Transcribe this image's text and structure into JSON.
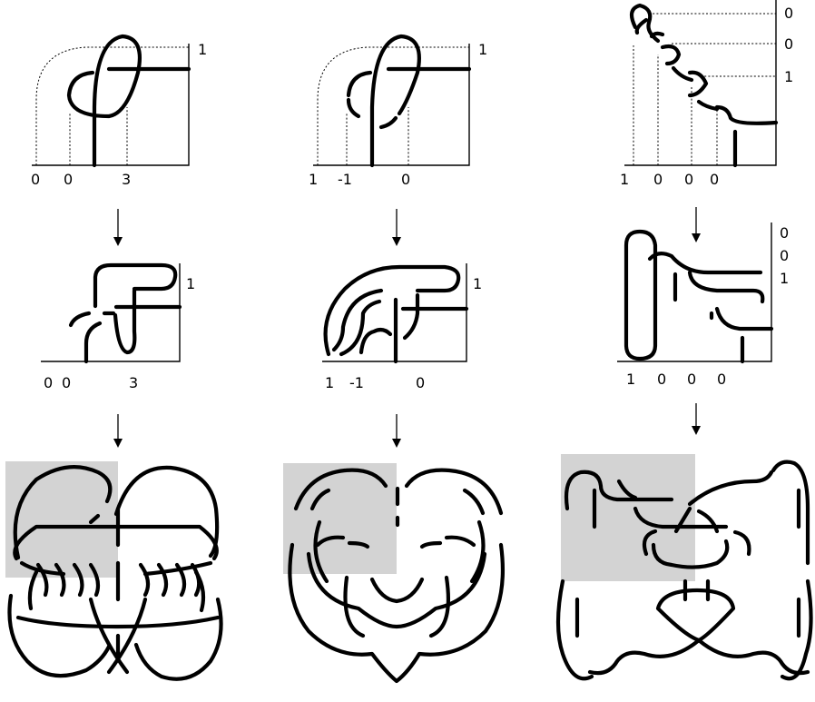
{
  "columns": [
    {
      "top": {
        "x_labels": [
          "0",
          "0",
          "3"
        ],
        "y_labels": [
          "1"
        ]
      },
      "middle": {
        "x_labels": [
          "0",
          "0",
          "3"
        ],
        "y_labels": [
          "1"
        ]
      }
    },
    {
      "top": {
        "x_labels": [
          "1",
          "-1",
          "0"
        ],
        "y_labels": [
          "1"
        ]
      },
      "middle": {
        "x_labels": [
          "1",
          "-1",
          "0"
        ],
        "y_labels": [
          "1"
        ]
      }
    },
    {
      "top": {
        "x_labels": [
          "1",
          "0",
          "0",
          "0"
        ],
        "y_labels": [
          "0",
          "0",
          "1"
        ]
      },
      "middle": {
        "x_labels": [
          "1",
          "0",
          "0",
          "0"
        ],
        "y_labels": [
          "0",
          "0",
          "1"
        ]
      }
    }
  ],
  "colors": {
    "strand": "#000000",
    "shade": "#d3d3d3",
    "background": "#ffffff"
  }
}
